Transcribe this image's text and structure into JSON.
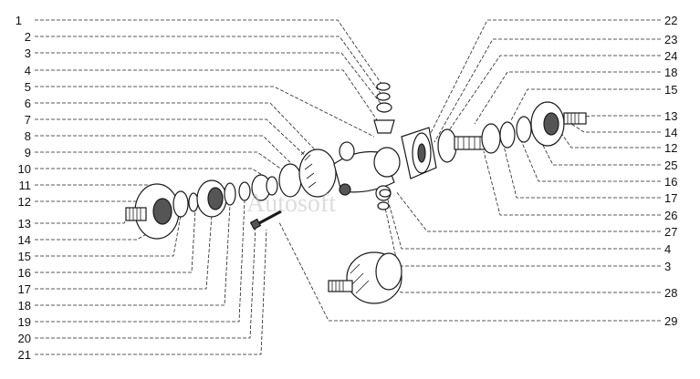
{
  "left_labels": [
    "1",
    "2",
    "3",
    "4",
    "5",
    "6",
    "7",
    "8",
    "9",
    "10",
    "11",
    "12",
    "13",
    "14",
    "15",
    "16",
    "17",
    "18",
    "19",
    "20",
    "21"
  ],
  "right_labels": [
    "22",
    "23",
    "24",
    "18",
    "15",
    "13",
    "14",
    "12",
    "25",
    "16",
    "17",
    "26",
    "27",
    "4",
    "3",
    "28",
    "29"
  ],
  "watermark": "Autosoft"
}
